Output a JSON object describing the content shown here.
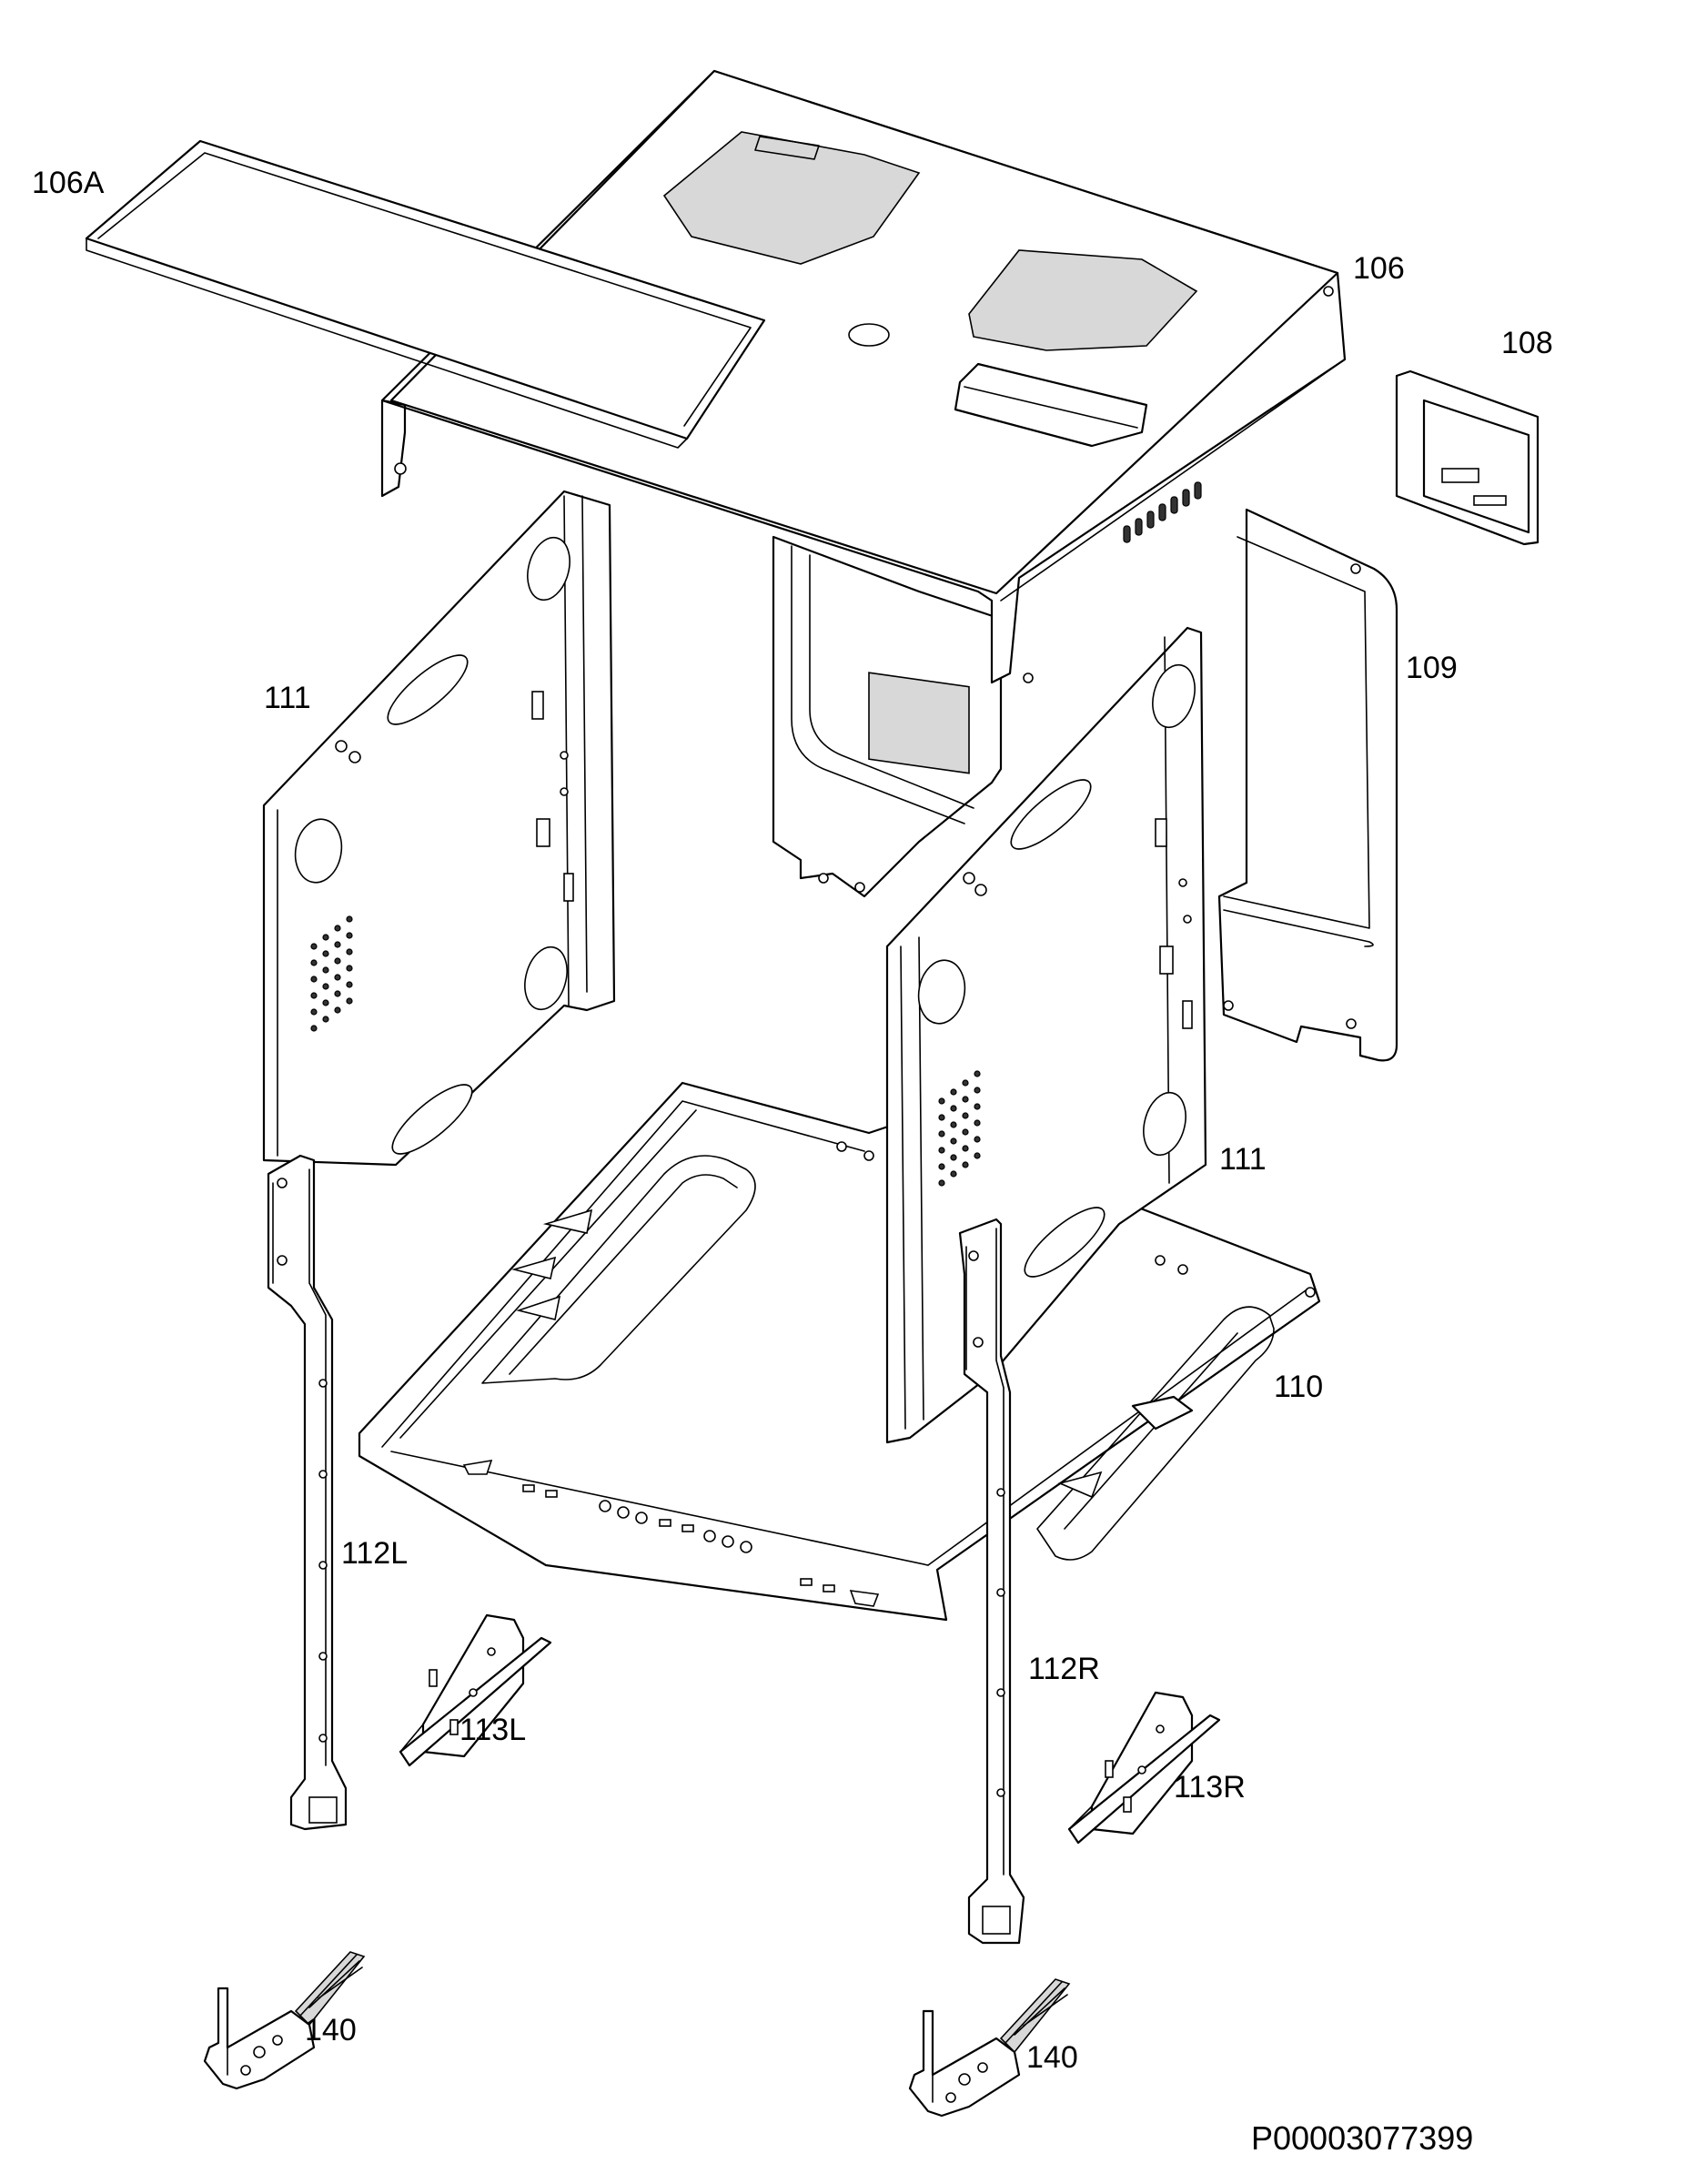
{
  "labels": {
    "p106A": "106A",
    "p106": "106",
    "p108": "108",
    "p109": "109",
    "p111_left": "111",
    "p111_right": "111",
    "p110": "110",
    "p112L": "112L",
    "p112R": "112R",
    "p113L": "113L",
    "p113R": "113R",
    "p140_left": "140",
    "p140_right": "140"
  },
  "drawing_code": "P00003077399",
  "colors": {
    "line": "#000000",
    "background": "#ffffff",
    "shade": "#d8d8d8"
  }
}
